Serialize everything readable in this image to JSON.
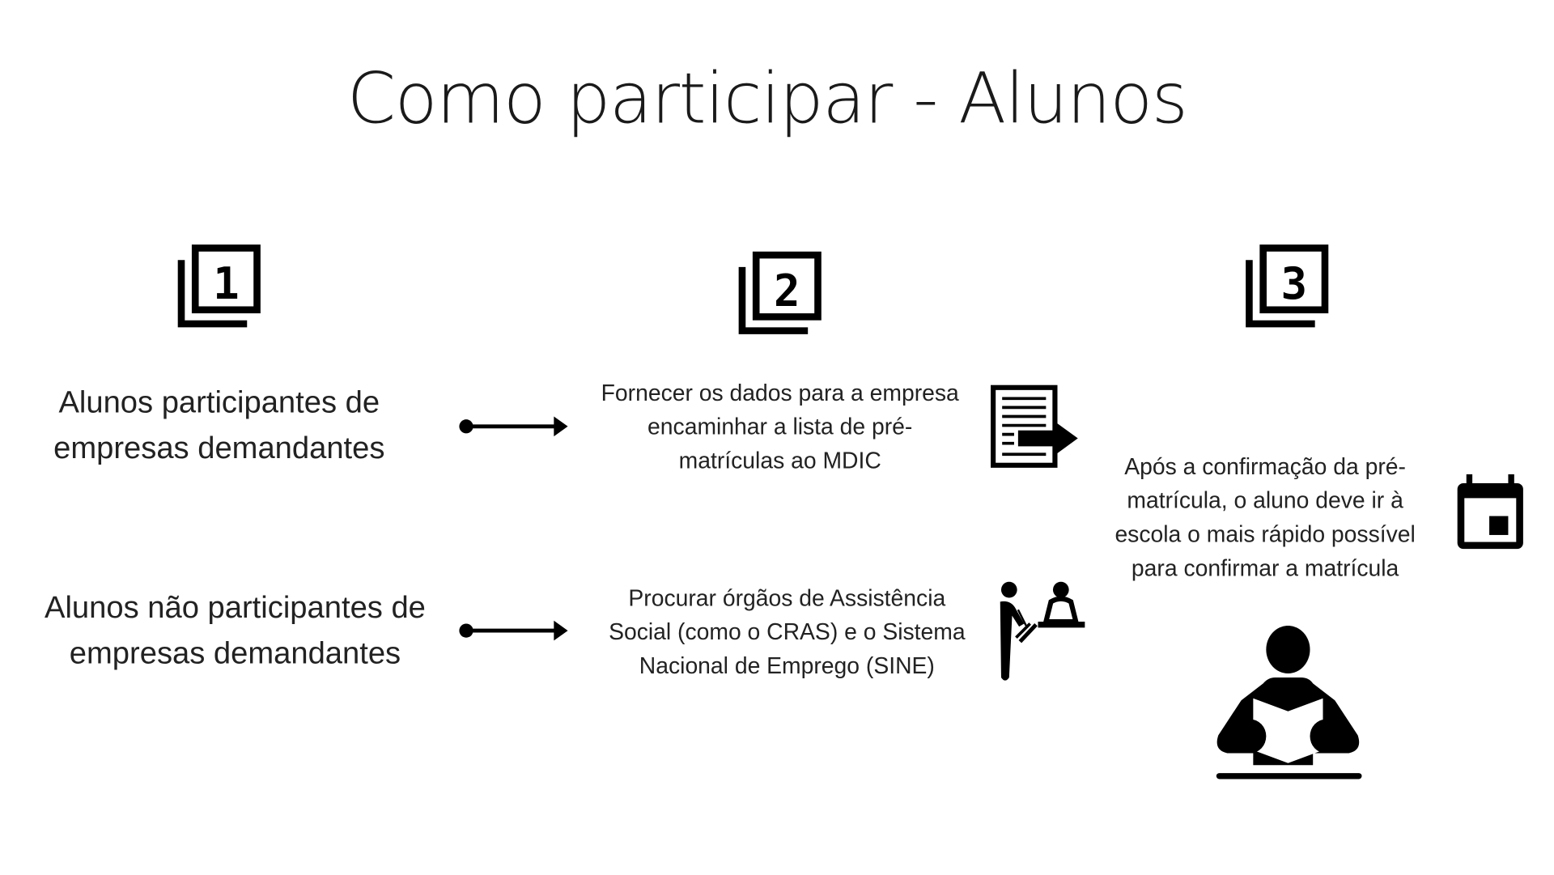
{
  "title": "Como participar - Alunos",
  "steps": [
    {
      "number": "1",
      "icon": "filter-1-icon"
    },
    {
      "number": "2",
      "icon": "filter-2-icon"
    },
    {
      "number": "3",
      "icon": "filter-3-icon"
    }
  ],
  "column1": {
    "row1": "Alunos participantes de empresas demandantes",
    "row2": "Alunos não participantes de empresas demandantes"
  },
  "column2": {
    "row1": "Fornecer os dados para a empresa encaminhar a lista de pré-matrículas ao MDIC",
    "row2": "Procurar órgãos de Assistência Social (como o CRAS) e o Sistema Nacional de Emprego (SINE)"
  },
  "column3": {
    "text": "Após a confirmação da pré-matrícula, o aluno deve ir à escola o mais rápido possível para confirmar a matrícula"
  },
  "colors": {
    "ink": "#000000",
    "text": "#222222",
    "background": "#ffffff"
  }
}
